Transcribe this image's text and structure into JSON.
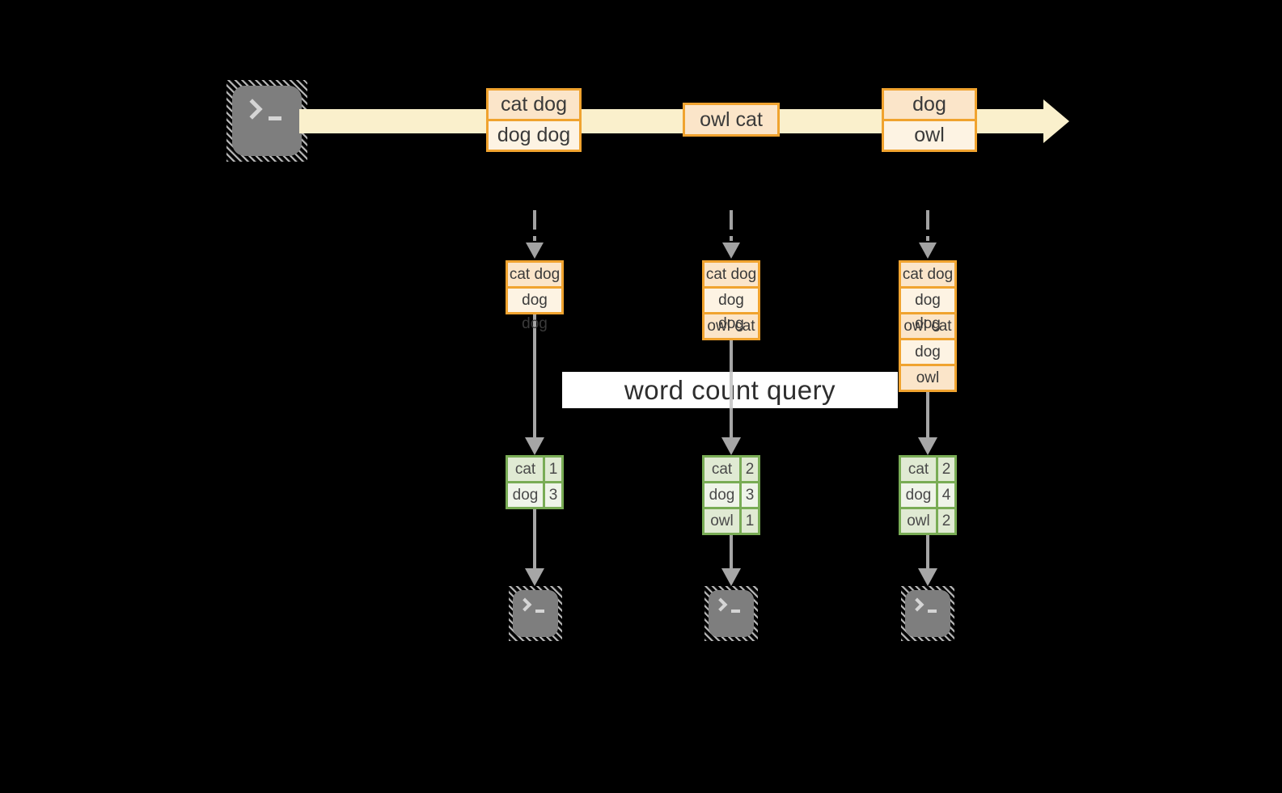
{
  "banner": {
    "label": "word count query"
  },
  "stream": {
    "boxes": [
      {
        "rows": [
          "cat dog",
          "dog dog"
        ]
      },
      {
        "rows": [
          "owl cat"
        ]
      },
      {
        "rows": [
          "dog",
          "owl"
        ]
      }
    ]
  },
  "partitions": [
    {
      "events": [
        "cat dog",
        "dog dog"
      ],
      "counts": [
        {
          "word": "cat",
          "count": "1"
        },
        {
          "word": "dog",
          "count": "3"
        }
      ]
    },
    {
      "events": [
        "cat dog",
        "dog dog",
        "owl cat"
      ],
      "counts": [
        {
          "word": "cat",
          "count": "2"
        },
        {
          "word": "dog",
          "count": "3"
        },
        {
          "word": "owl",
          "count": "1"
        }
      ]
    },
    {
      "events": [
        "cat dog",
        "dog dog",
        "owl cat",
        "dog",
        "owl"
      ],
      "counts": [
        {
          "word": "cat",
          "count": "2"
        },
        {
          "word": "dog",
          "count": "4"
        },
        {
          "word": "owl",
          "count": "2"
        }
      ]
    }
  ],
  "colors": {
    "accent_orange": "#F0A32F",
    "fill_peach": "#FBE5C9",
    "fill_cream": "#FDF3E3",
    "stream_band": "#FAF0CC",
    "green_border": "#79AC55",
    "green_fill_dark": "#E0EAD3",
    "green_fill_light": "#EFF4E9",
    "line_gray": "#A6A6A6",
    "terminal_gray": "#7E7E7E"
  }
}
